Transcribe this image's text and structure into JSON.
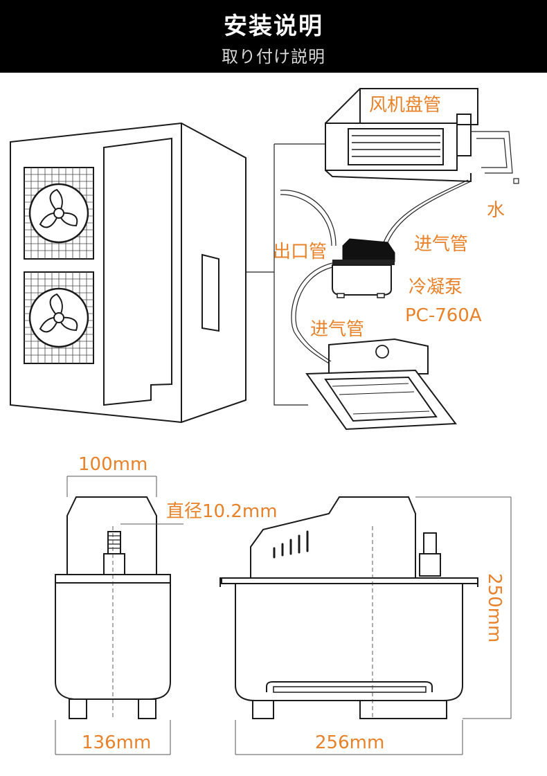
{
  "header": {
    "title": "安装说明",
    "subtitle": "取り付け説明"
  },
  "labels": {
    "fan_coil": "风机盘管",
    "water": "水",
    "outlet_pipe": "出口管",
    "inlet_pipe_top": "进气管",
    "pump_name": "冷凝泵",
    "pump_model": "PC-760A",
    "inlet_pipe_bottom": "进气管"
  },
  "dimensions": {
    "top_width": "100mm",
    "diameter": "直径10.2mm",
    "side_width": "136mm",
    "front_width": "256mm",
    "height": "250mm"
  },
  "colors": {
    "header_bg": "#000000",
    "label": "#e8822a",
    "line": "#1a1a1a"
  }
}
